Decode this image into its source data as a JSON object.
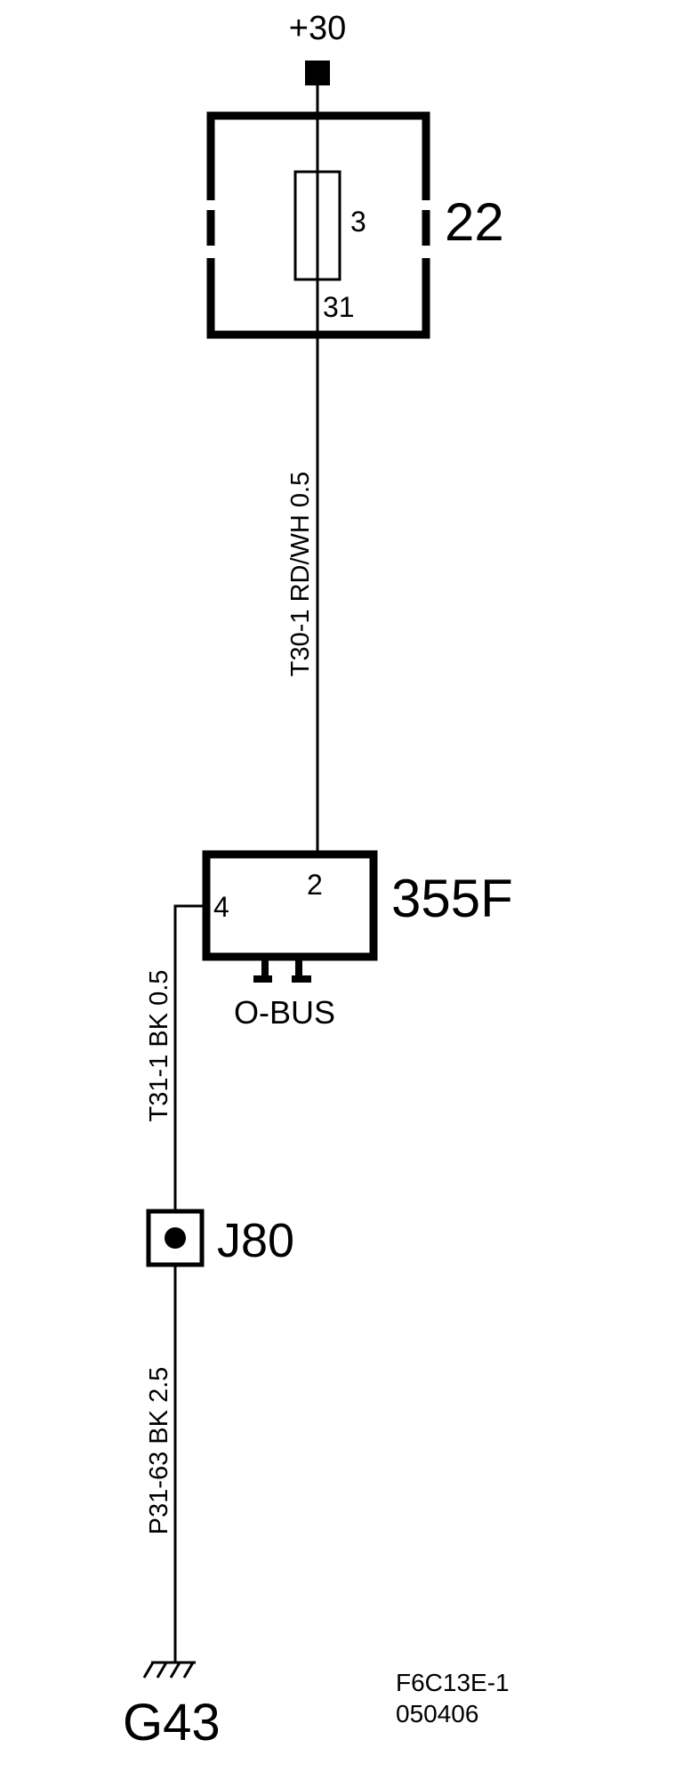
{
  "supply": {
    "label": "+30"
  },
  "fuse": {
    "component_id": "22",
    "pin_in": "3",
    "pin_out": "31"
  },
  "wire_top": {
    "label": "T30-1 RD/WH  0.5"
  },
  "module": {
    "component_id": "355F",
    "pin_supply": "2",
    "pin_ground": "4",
    "bus_label": "O-BUS"
  },
  "wire_middle": {
    "label": "T31-1  BK   0.5"
  },
  "junction": {
    "component_id": "J80"
  },
  "wire_bottom": {
    "label": "P31-63  BK  2.5"
  },
  "ground": {
    "component_id": "G43"
  },
  "diagram_ref": {
    "code": "F6C13E-1",
    "date": "050406"
  }
}
